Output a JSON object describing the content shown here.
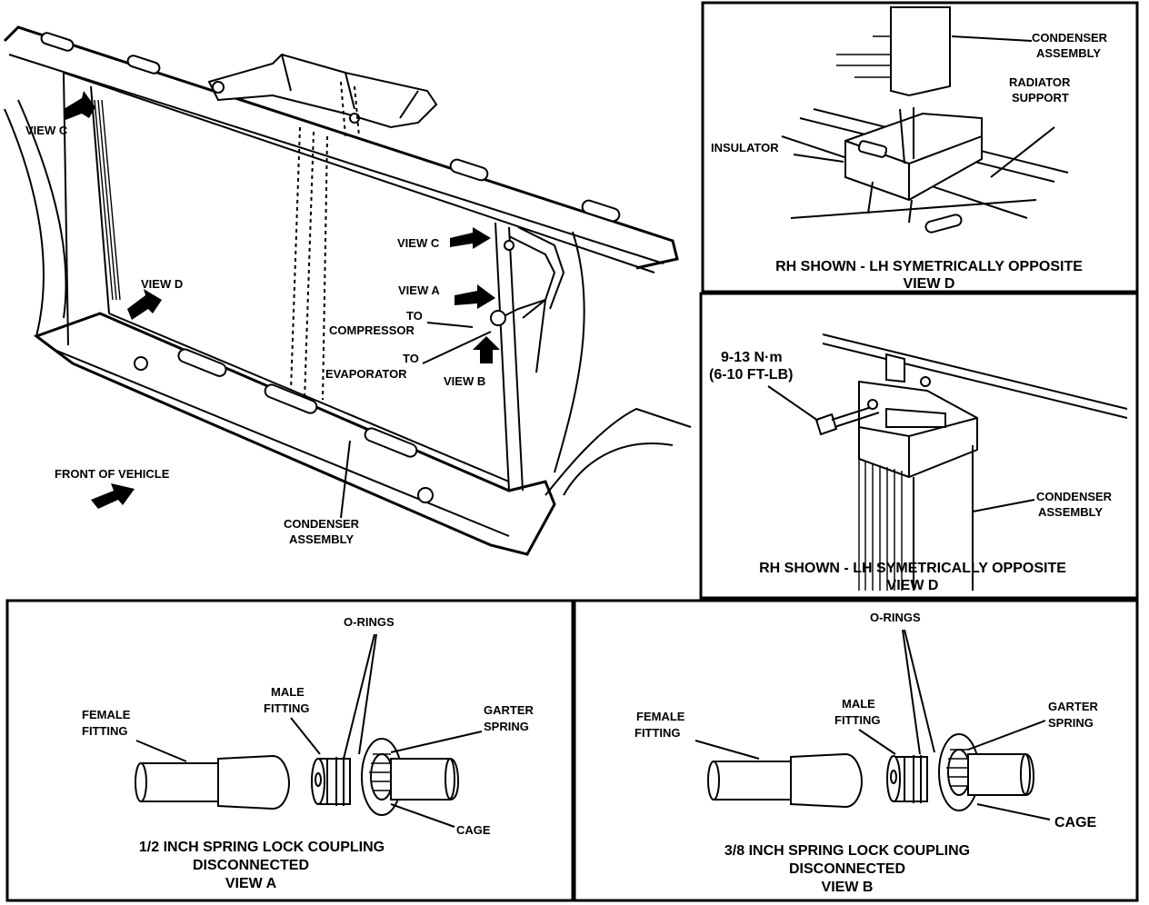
{
  "main_view": {
    "view_c": "VIEW C",
    "view_d": "VIEW D",
    "view_c2": "VIEW C",
    "view_a": "VIEW A",
    "to_compressor_1": "TO",
    "to_compressor_2": "COMPRESSOR",
    "to_evaporator_1": "TO",
    "to_evaporator_2": "EVAPORATOR",
    "view_b": "VIEW B",
    "front_of_vehicle": "FRONT OF VEHICLE",
    "condenser_1": "CONDENSER",
    "condenser_2": "ASSEMBLY"
  },
  "panel_top_right": {
    "condenser_1": "CONDENSER",
    "condenser_2": "ASSEMBLY",
    "radiator_1": "RADIATOR",
    "radiator_2": "SUPPORT",
    "insulator": "INSULATOR",
    "caption_1": "RH SHOWN - LH SYMETRICALLY OPPOSITE",
    "caption_2": "VIEW D"
  },
  "panel_mid_right": {
    "torque_1": "9-13 N·m",
    "torque_2": "(6-10 FT-LB)",
    "condenser_1": "CONDENSER",
    "condenser_2": "ASSEMBLY",
    "caption_1": "RH SHOWN - LH SYMETRICALLY OPPOSITE",
    "caption_2": "VIEW D"
  },
  "panel_view_a": {
    "o_rings": "O-RINGS",
    "male_1": "MALE",
    "male_2": "FITTING",
    "female_1": "FEMALE",
    "female_2": "FITTING",
    "garter_1": "GARTER",
    "garter_2": "SPRING",
    "cage": "CAGE",
    "caption_1": "1/2 INCH SPRING LOCK COUPLING",
    "caption_2": "DISCONNECTED",
    "caption_3": "VIEW A"
  },
  "panel_view_b": {
    "o_rings": "O-RINGS",
    "male_1": "MALE",
    "male_2": "FITTING",
    "female_1": "FEMALE",
    "female_2": "FITTING",
    "garter_1": "GARTER",
    "garter_2": "SPRING",
    "cage": "CAGE",
    "caption_1": "3/8 INCH SPRING LOCK COUPLING",
    "caption_2": "DISCONNECTED",
    "caption_3": "VIEW B"
  }
}
